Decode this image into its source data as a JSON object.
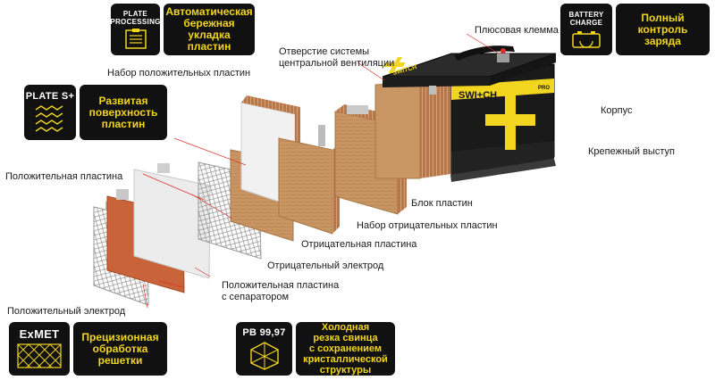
{
  "labels": {
    "positive_plate_set": "Набор положительных пластин",
    "vent_line1": "Отверстие системы",
    "vent_line2": "центральной вентиляции",
    "positive_terminal": "Плюсовая клемма",
    "case": "Корпус",
    "mount_ledge": "Крепежный выступ",
    "plate_block": "Блок пластин",
    "negative_plate_set": "Набор отрицательных пластин",
    "negative_plate": "Отрицательная пластина",
    "negative_electrode": "Отрицательный электрод",
    "positive_plate_sep_line1": "Положительная пластина",
    "positive_plate_sep_line2": "с сепаратором",
    "positive_plate": "Положительная пластина",
    "positive_electrode": "Положительный электрод"
  },
  "badges": {
    "plate_processing": {
      "line1": "PLATE",
      "line2": "PROCESSING",
      "feature": [
        "Автоматическая",
        "бережная",
        "укладка пластин"
      ]
    },
    "battery_charge": {
      "line1": "BATTERY",
      "line2": "CHARGE",
      "feature": [
        "Полный",
        "контроль заряда"
      ]
    },
    "plate_s": {
      "line1": "PLATE S+",
      "feature": [
        "Развитая",
        "поверхность",
        "пластин"
      ]
    },
    "exmet": {
      "line1": "ExMET",
      "feature": [
        "Прецизионная",
        "обработка",
        "решетки"
      ]
    },
    "pb": {
      "line1": "PB 99,97",
      "feature": [
        "Холодная",
        "резка свинца",
        "с сохранением",
        "кристаллической",
        "структуры"
      ]
    }
  },
  "battery": {
    "brand": "SWI+CH",
    "badge": "PRO",
    "lid_brand": "SWITCH"
  },
  "colors": {
    "accent": "#f2d51f",
    "badge_bg": "#111111",
    "leader": "#d9302a"
  }
}
